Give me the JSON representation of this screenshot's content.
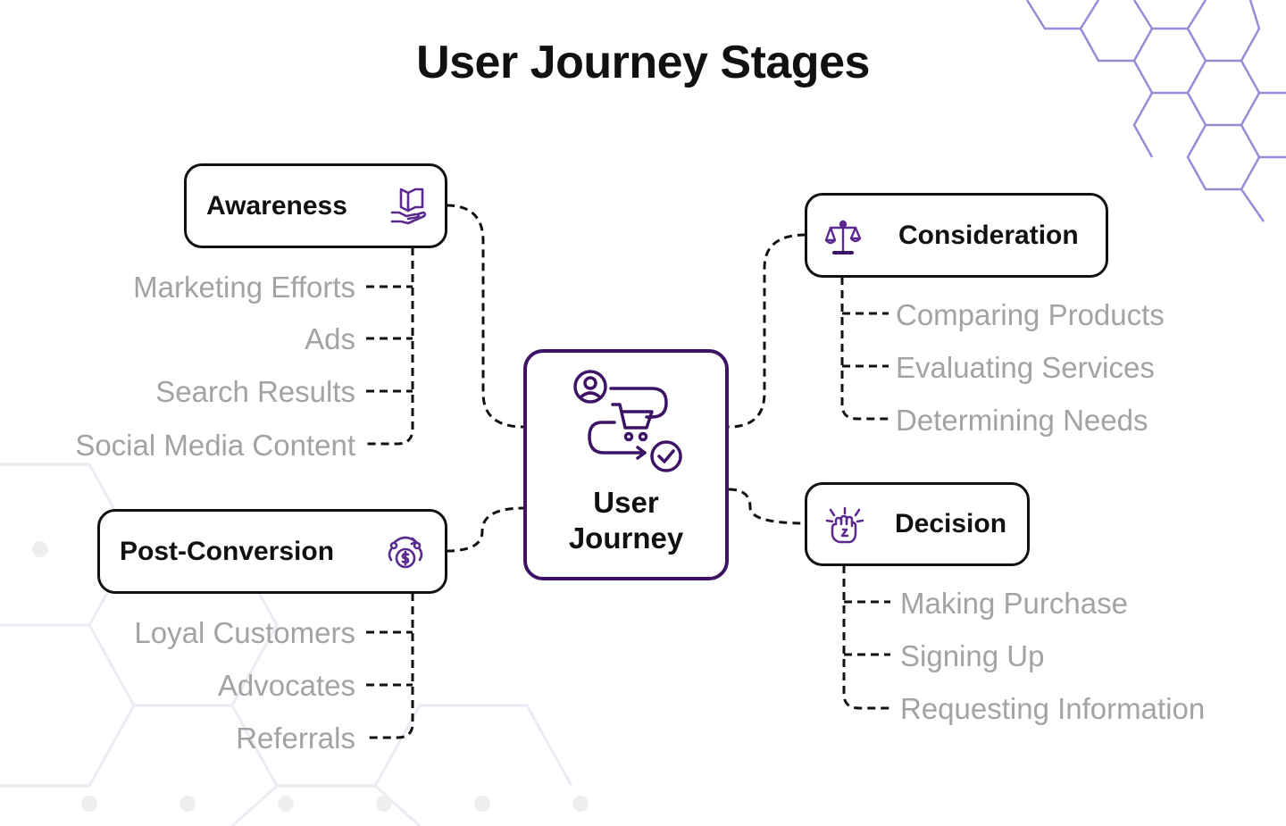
{
  "title": "User Journey Stages",
  "center": {
    "label": "User\nJourney",
    "icon": "user-cart-journey-icon"
  },
  "stages": {
    "awareness": {
      "label": "Awareness",
      "icon": "hand-book-icon",
      "items": [
        "Marketing Efforts",
        "Ads",
        "Search Results",
        "Social Media Content"
      ]
    },
    "post_conversion": {
      "label": "Post-Conversion",
      "icon": "money-cycle-icon",
      "items": [
        "Loyal Customers",
        "Advocates",
        "Referrals"
      ]
    },
    "consideration": {
      "label": "Consideration",
      "icon": "balance-scale-icon",
      "items": [
        "Comparing Products",
        "Evaluating Services",
        "Determining Needs"
      ]
    },
    "decision": {
      "label": "Decision",
      "icon": "raised-fist-icon",
      "items": [
        "Making Purchase",
        "Signing Up",
        "Requesting Information"
      ]
    }
  },
  "colors": {
    "accent": "#3d1465",
    "icon_purple": "#5b2a8f",
    "hex_pattern": "#9b8bd6",
    "item_text": "#a3a3a3",
    "line": "#111111"
  }
}
